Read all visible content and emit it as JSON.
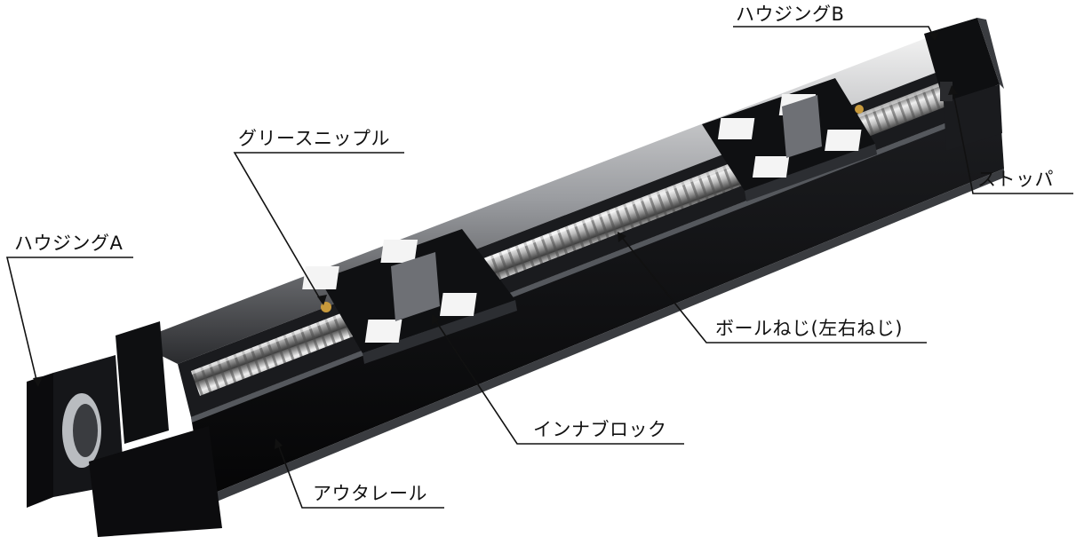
{
  "labels": {
    "housing_a": "ハウジングA",
    "housing_b": "ハウジングB",
    "grease_nipple": "グリースニップル",
    "stopper": "ストッパ",
    "ball_screw": "ボールねじ(左右ねじ)",
    "inner_block": "インナブロック",
    "outer_rail": "アウタレール"
  },
  "colors": {
    "body_dark": "#0d0d0f",
    "rail_grey": "#8a8d92",
    "screw_light": "#d8d8d8",
    "plate_white": "#f4f4f4",
    "brass": "#c89a3c",
    "leader": "#111111"
  }
}
